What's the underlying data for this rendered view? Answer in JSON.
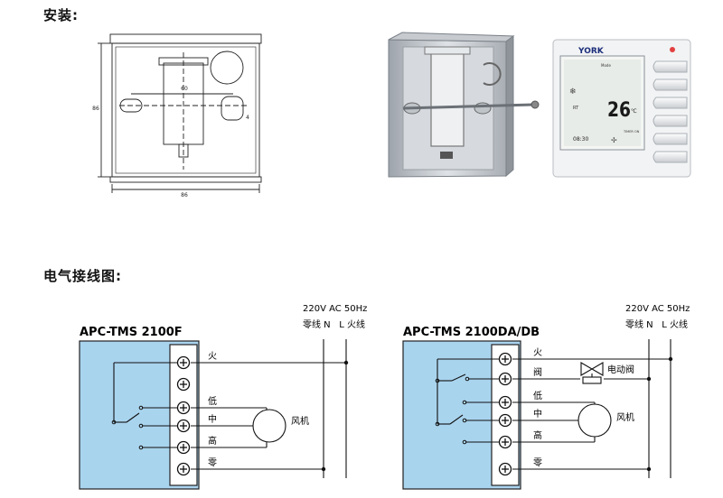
{
  "sections": {
    "install_title": "安装:",
    "wiring_title": "电气接线图:"
  },
  "drawing": {
    "dim_width": "86",
    "dim_height": "86",
    "dim_inner": "60",
    "dim_small": "4"
  },
  "thermostat": {
    "brand": "YORK",
    "mode_label": "Mode",
    "temp": "26",
    "unit": "℃",
    "rt_label": "RT",
    "clock": "08:30",
    "timer_label": "TIMER ON"
  },
  "diagram_left": {
    "model": "APC-TMS 2100F",
    "power_line1": "220V AC 50Hz",
    "power_line2": "零线 N   L 火线",
    "labels": {
      "fire": "火",
      "low": "低",
      "mid": "中",
      "high": "高",
      "zero": "零",
      "fan": "风机"
    }
  },
  "diagram_right": {
    "model": "APC-TMS 2100DA/DB",
    "power_line1": "220V AC 50Hz",
    "power_line2": "零线 N   L 火线",
    "labels": {
      "fire": "火",
      "valve": "阀",
      "low": "低",
      "mid": "中",
      "high": "高",
      "zero": "零",
      "fan": "风机",
      "elec_valve": "电动阀"
    }
  }
}
